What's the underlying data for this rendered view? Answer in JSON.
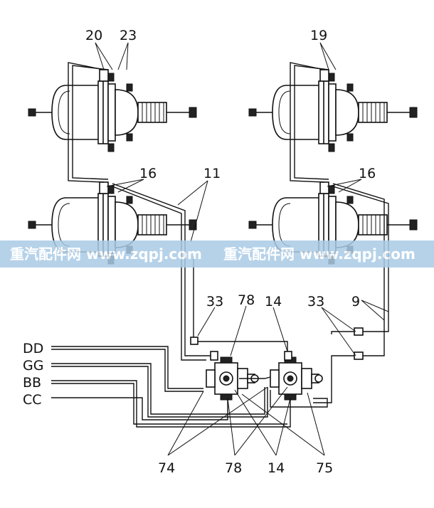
{
  "callouts": {
    "c20": "20",
    "c23": "23",
    "c19": "19",
    "c16_left": "16",
    "c16_right": "16",
    "c11": "11",
    "c33_left": "33",
    "c78_top": "78",
    "c14_top": "14",
    "c33_right": "33",
    "c9": "9",
    "c74": "74",
    "c78_bottom": "78",
    "c14_bottom": "14",
    "c75": "75"
  },
  "ports": [
    "DD",
    "GG",
    "BB",
    "CC"
  ],
  "watermark": {
    "left": "重汽配件网 www.zqpj.com",
    "right": "重汽配件网 www.zqpj.com",
    "band_color": "#a9cbe6"
  },
  "colors": {
    "line": "#111111",
    "background": "#ffffff"
  }
}
